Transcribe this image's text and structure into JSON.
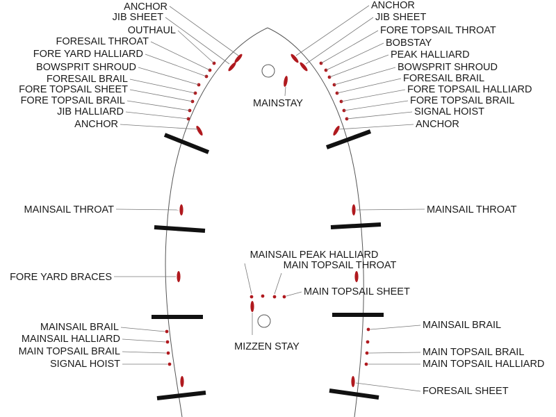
{
  "labels": [
    {
      "text": "ANCHOR",
      "side": "port"
    },
    {
      "text": "JIB SHEET",
      "side": "port"
    },
    {
      "text": "OUTHAUL",
      "side": "port"
    },
    {
      "text": "FORESAIL THROAT",
      "side": "port"
    },
    {
      "text": "FORE YARD HALLIARD",
      "side": "port"
    },
    {
      "text": "BOWSPRIT SHROUD",
      "side": "port"
    },
    {
      "text": "FORESAIL BRAIL",
      "side": "port"
    },
    {
      "text": "FORE TOPSAIL SHEET",
      "side": "port"
    },
    {
      "text": "FORE TOPSAIL BRAIL",
      "side": "port"
    },
    {
      "text": "JIB HALLIARD",
      "side": "port"
    },
    {
      "text": "ANCHOR",
      "side": "port"
    },
    {
      "text": "ANCHOR",
      "side": "starboard"
    },
    {
      "text": "JIB SHEET",
      "side": "starboard"
    },
    {
      "text": "FORE TOPSAIL THROAT",
      "side": "starboard"
    },
    {
      "text": "BOBSTAY",
      "side": "starboard"
    },
    {
      "text": "PEAK HALLIARD",
      "side": "starboard"
    },
    {
      "text": "BOWSPRIT SHROUD",
      "side": "starboard"
    },
    {
      "text": "FORESAIL BRAIL",
      "side": "starboard"
    },
    {
      "text": "FORE TOPSAIL HALLIARD",
      "side": "starboard"
    },
    {
      "text": "FORE TOPSAIL BRAIL",
      "side": "starboard"
    },
    {
      "text": "SIGNAL HOIST",
      "side": "starboard"
    },
    {
      "text": "ANCHOR",
      "side": "starboard"
    },
    {
      "text": "MAINSTAY",
      "side": "centre"
    },
    {
      "text": "MAINSAIL THROAT",
      "side": "port"
    },
    {
      "text": "MAINSAIL THROAT",
      "side": "starboard"
    },
    {
      "text": "FORE YARD BRACES",
      "side": "port"
    },
    {
      "text": "MAINSAIL PEAK HALLIARD",
      "side": "centre"
    },
    {
      "text": "MAIN TOPSAIL THROAT",
      "side": "centre"
    },
    {
      "text": "MAIN TOPSAIL SHEET",
      "side": "centre"
    },
    {
      "text": "MIZZEN STAY",
      "side": "centre"
    },
    {
      "text": "MAINSAIL BRAIL",
      "side": "port"
    },
    {
      "text": "MAINSAIL HALLIARD",
      "side": "port"
    },
    {
      "text": "MAIN TOPSAIL BRAIL",
      "side": "port"
    },
    {
      "text": "SIGNAL HOIST",
      "side": "port"
    },
    {
      "text": "MAINSAIL BRAIL",
      "side": "starboard"
    },
    {
      "text": "MAIN TOPSAIL BRAIL",
      "side": "starboard"
    },
    {
      "text": "MAIN TOPSAIL HALLIARD",
      "side": "starboard"
    },
    {
      "text": "FORESAIL SHEET",
      "side": "starboard"
    }
  ],
  "colors": {
    "pin": "#b0191e",
    "rail": "#111111",
    "hull_line": "#555555",
    "text": "#1a1a1a"
  }
}
